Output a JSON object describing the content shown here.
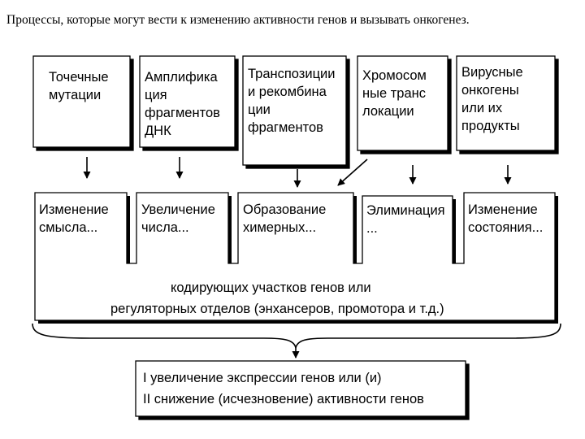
{
  "title": "Процессы, которые могут вести к изменению активности генов и вызывать  онкогенез.",
  "processes": [
    {
      "lines": [
        "Точечные",
        "мутации"
      ]
    },
    {
      "lines": [
        "Амплифика",
        "ция",
        "фрагментов",
        "ДНК"
      ]
    },
    {
      "lines": [
        "Транспозиции",
        "и рекомбина",
        "ции",
        "фрагментов"
      ]
    },
    {
      "lines": [
        "Хромосом",
        "ные  транс",
        "локации"
      ]
    },
    {
      "lines": [
        "Вирусные",
        "онкогены",
        "или их",
        "продукты"
      ]
    }
  ],
  "effects": [
    {
      "lines": [
        "Изменение",
        "смысла..."
      ]
    },
    {
      "lines": [
        "Увеличение",
        "числа..."
      ]
    },
    {
      "lines": [
        "Образование",
        "химерных..."
      ]
    },
    {
      "lines": [
        "Элиминация",
        "..."
      ]
    },
    {
      "lines": [
        "Изменение",
        "состояния..."
      ]
    }
  ],
  "common_text": {
    "line1": "кодирующих участков генов или",
    "line2": "регуляторных отделов (энхансеров, промотора и т.д.)"
  },
  "outcome": {
    "line1": "I  увеличение экспрессии генов или (и)",
    "line2": "II снижение (исчезновение) активности генов"
  }
}
